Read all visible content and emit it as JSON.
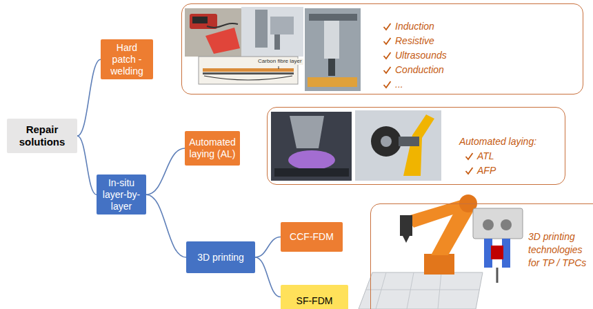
{
  "diagram": {
    "nodes": [
      {
        "text": [
          "Repair solutions"
        ]
      },
      {
        "text": [
          "Hard patch - welding"
        ]
      },
      {
        "text": [
          "Induction",
          "Resistive",
          "Ultrasounds",
          "Conduction",
          "..."
        ]
      },
      {
        "text": [
          "In-situ layer-by-layer"
        ]
      },
      {
        "text": [
          "Automated laying (AL)"
        ]
      },
      {
        "text": [
          "Automated laying:",
          "ATL",
          "AFP"
        ]
      },
      {
        "text": [
          "3D printing"
        ]
      },
      {
        "text": [
          "CCF-FDM"
        ]
      },
      {
        "text": [
          "SF-FDM"
        ]
      },
      {
        "text": [
          "3D printing technologies for TP / TPCs"
        ]
      }
    ],
    "edges": [
      {
        "from": 0,
        "to": 1,
        "arrow": "none"
      },
      {
        "from": 0,
        "to": 3,
        "arrow": "none"
      },
      {
        "from": 3,
        "to": 4,
        "arrow": "none"
      },
      {
        "from": 3,
        "to": 6,
        "arrow": "none"
      },
      {
        "from": 6,
        "to": 7,
        "arrow": "none"
      },
      {
        "from": 6,
        "to": 8,
        "arrow": "none"
      }
    ],
    "labels": [
      "Carbon fibre layer"
    ]
  }
}
